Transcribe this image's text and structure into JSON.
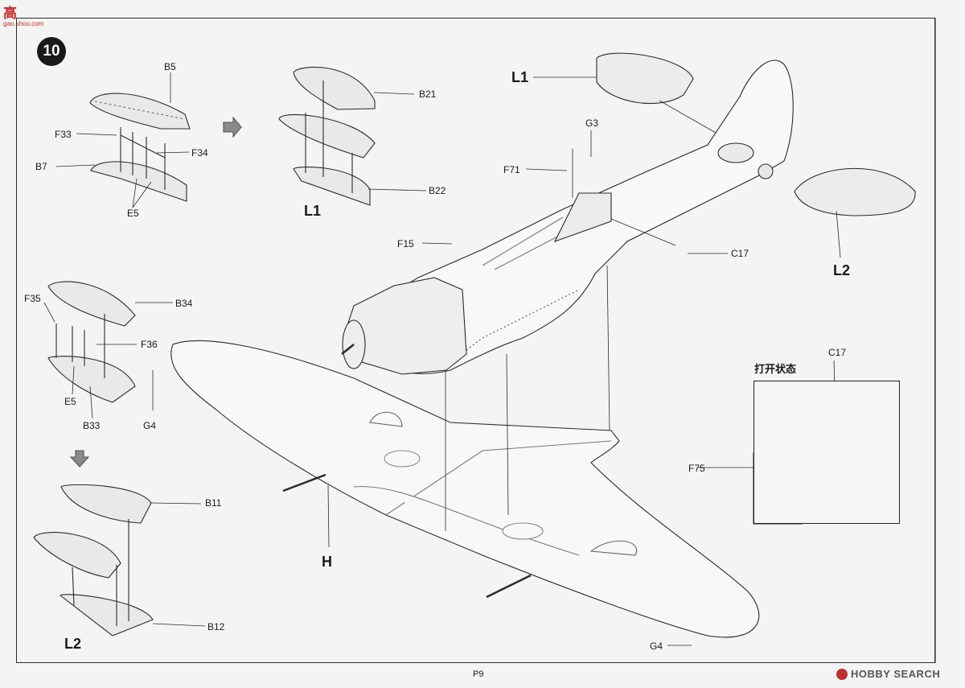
{
  "watermark_top": {
    "logo": "高",
    "url": "gao.shou.com"
  },
  "step_number": "10",
  "labels": {
    "B5": "B5",
    "F33": "F33",
    "F34": "F34",
    "B7": "B7",
    "E5a": "E5",
    "B21": "B21",
    "B22": "B22",
    "L1_sub": "L1",
    "L1_main": "L1",
    "G3": "G3",
    "F71": "F71",
    "F15": "F15",
    "C17_main": "C17",
    "L2_main": "L2",
    "F35": "F35",
    "B34": "B34",
    "F36": "F36",
    "E5b": "E5",
    "B33": "B33",
    "G4a": "G4",
    "B11": "B11",
    "B12": "B12",
    "L2_sub": "L2",
    "H": "H",
    "G4b": "G4",
    "C17_inset": "C17",
    "F75": "F75"
  },
  "inset_caption": "打开状态",
  "page_number": "P9",
  "watermark_bottom": "HOBBY SEARCH"
}
